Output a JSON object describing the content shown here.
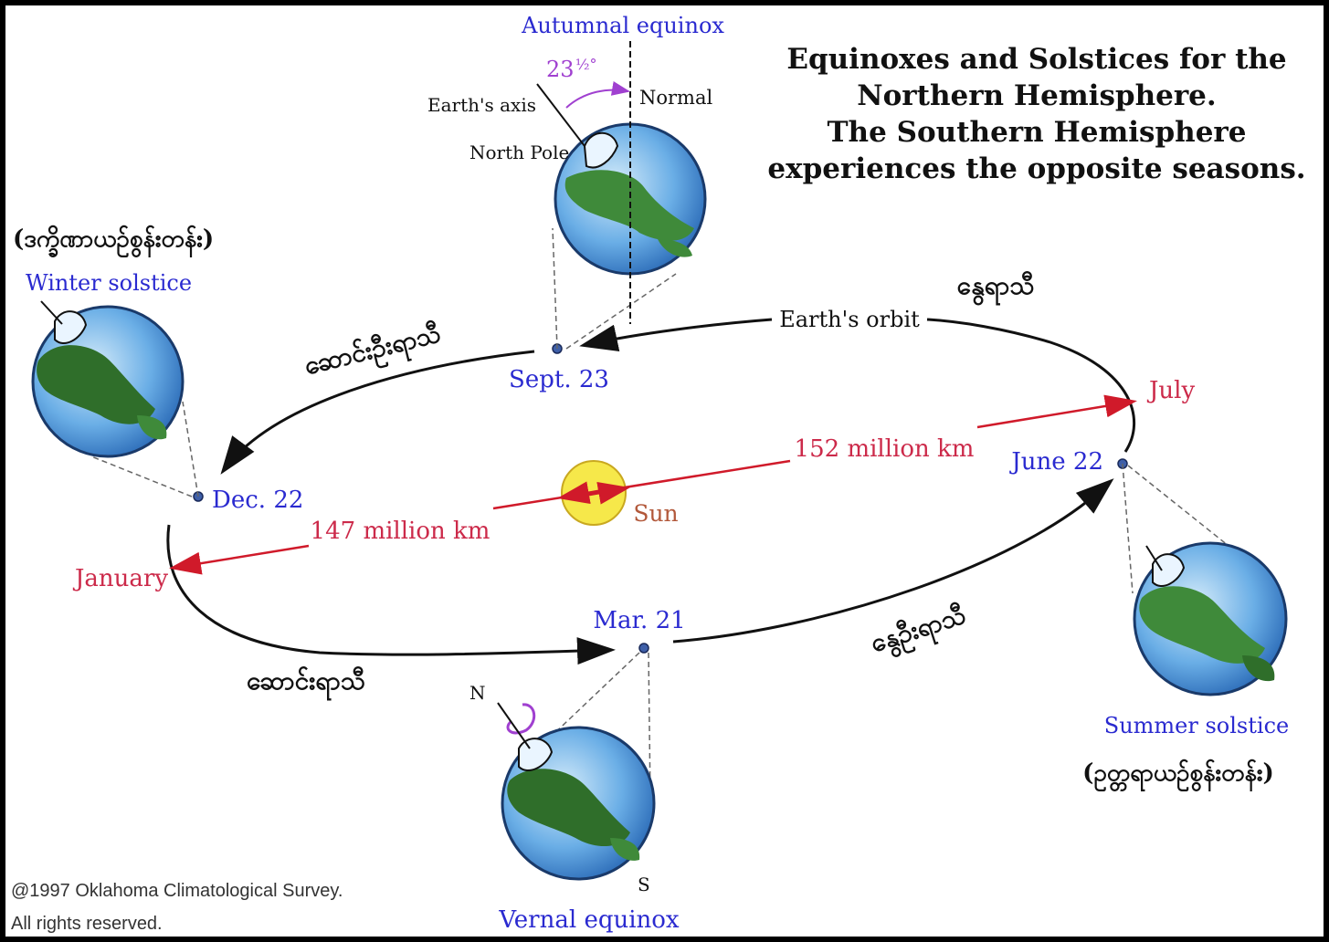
{
  "title": {
    "line1": "Equinoxes and Solstices for the",
    "line2": "Northern Hemisphere.",
    "line3": "The Southern Hemisphere",
    "line4": "experiences the opposite seasons."
  },
  "labels": {
    "autumnal_equinox": "Autumnal equinox",
    "tilt_angle": "23",
    "tilt_fraction": "½°",
    "earths_axis": "Earth's axis",
    "normal": "Normal",
    "north_pole": "North Pole",
    "winter_solstice": "Winter solstice",
    "summer_solstice": "Summer solstice",
    "vernal_equinox": "Vernal equinox",
    "earths_orbit": "Earth's orbit",
    "sun": "Sun",
    "n": "N",
    "s": "S"
  },
  "dates": {
    "sept": "Sept. 23",
    "dec": "Dec. 22",
    "mar": "Mar. 21",
    "june": "June 22",
    "july": "July",
    "january": "January"
  },
  "distances": {
    "aphelion": "152 million km",
    "perihelion": "147 million km"
  },
  "burmese": {
    "winter_solstice": "(ဒက္ခိဏာယဉ်စွန်းတန်း)",
    "summer_solstice": "(ဥတ္တရာယဉ်စွန်းတန်း)",
    "summer": "နွေရာသီ",
    "late_autumn": "ဆောင်းဦးရာသီ",
    "winter": "ဆောင်းရာသီ",
    "early_summer": "နွေဦးရာသီ"
  },
  "copyright": {
    "line1": "@1997 Oklahoma Climatological Survey.",
    "line2": "All rights reserved."
  },
  "colors": {
    "blue_label": "#2a2ad0",
    "red_label": "#cc2a4a",
    "purple": "#a040d0",
    "ocean": "#4a96d8",
    "land": "#3f8a3a",
    "sun": "#f6e84a"
  }
}
